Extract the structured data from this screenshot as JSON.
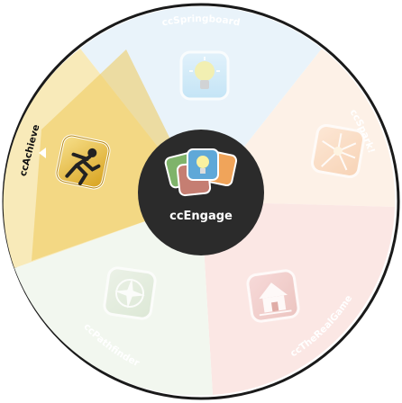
{
  "center": {
    "label": "ccEngage",
    "icon": "ccengage-stacked-apps-icon",
    "color": "#2b2b2b"
  },
  "segments": [
    {
      "id": "springboard",
      "label": "ccSpringboard",
      "icon": "lightbulb-icon",
      "active": false,
      "color": "#e9f3fa",
      "text_color": "#ffffff"
    },
    {
      "id": "spark",
      "label": "ccSpark!",
      "icon": "spark-burst-icon",
      "active": false,
      "color": "#fdf1e7",
      "text_color": "#ffffff"
    },
    {
      "id": "therealgame",
      "label": "ccTheRealGame",
      "icon": "house-icon",
      "active": false,
      "color": "#fbe7e4",
      "text_color": "#ffffff"
    },
    {
      "id": "pathfinder",
      "label": "ccPathfinder",
      "icon": "compass-icon",
      "active": false,
      "color": "#f2f7ef",
      "text_color": "#ffffff"
    },
    {
      "id": "achieve",
      "label": "ccAchieve",
      "icon": "climber-icon",
      "active": true,
      "color": "#f3d98a",
      "text_color": "#111111"
    }
  ],
  "colors": {
    "ring": "#1a1a1a",
    "active_highlight": "#efc95a"
  }
}
